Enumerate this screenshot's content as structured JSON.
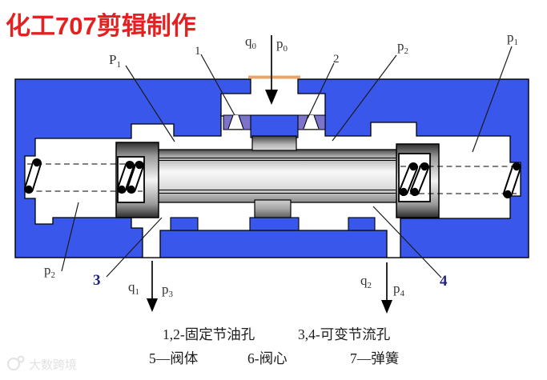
{
  "title": "化工707剪辑制作",
  "watermark": "大数跨境",
  "labels": {
    "p1_upper_left": {
      "base": "P",
      "sub": "1"
    },
    "hole_1": "1",
    "q0": {
      "base": "q",
      "sub": "0"
    },
    "p0": {
      "base": "p",
      "sub": "0"
    },
    "hole_2": "2",
    "p2_upper": {
      "base": "p",
      "sub": "2"
    },
    "p1_upper_right": {
      "base": "p",
      "sub": "1"
    },
    "p2_lower": {
      "base": "p",
      "sub": "2"
    },
    "hole_3": "3",
    "q1": {
      "base": "q",
      "sub": "1"
    },
    "p3": {
      "base": "p",
      "sub": "3"
    },
    "q2": {
      "base": "q",
      "sub": "2"
    },
    "p4": {
      "base": "p",
      "sub": "4"
    },
    "hole_4": "4"
  },
  "legend": {
    "line1_left": "1,2-固定节油孔",
    "line1_right": "3,4-可变节流孔",
    "item_5": "5—阀体",
    "item_6": "6-阀心",
    "item_7": "7—弹簧"
  },
  "colors": {
    "body_blue": "#3A57EC",
    "orifice_purple": "#7C74CB",
    "title_red": "#E32121",
    "inlet_cap_orange": "#E8A568",
    "bold_number_navy": "#232377",
    "spool_metal_light": "#F8F8F8",
    "spool_metal_dark": "#2E2E2E"
  }
}
